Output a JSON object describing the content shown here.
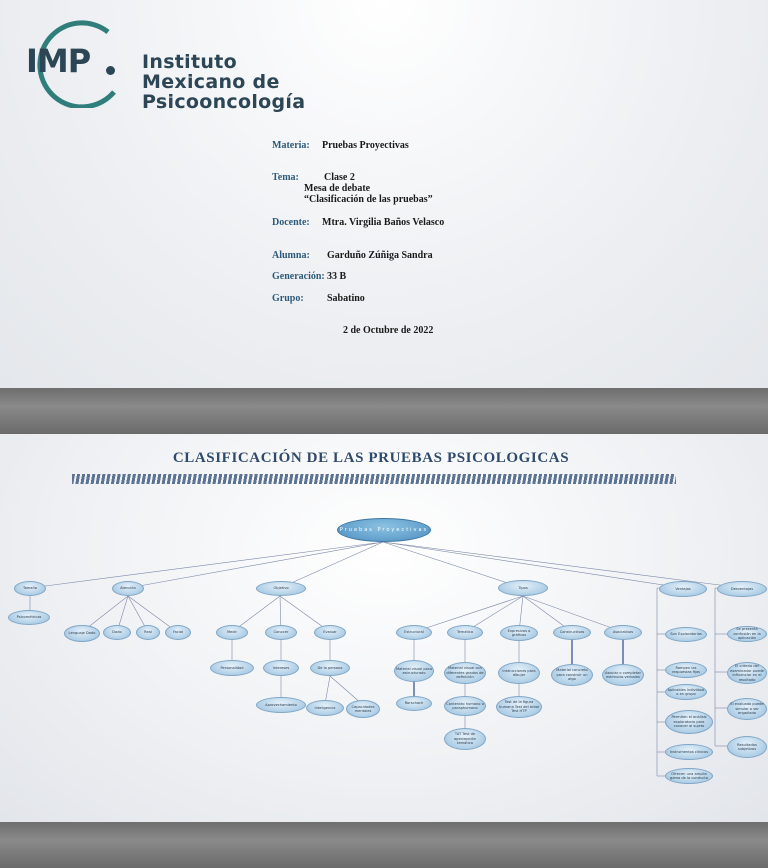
{
  "cover": {
    "logo": {
      "abbr": "IMP",
      "line1": "Instituto",
      "line2": "Mexicano de",
      "line3": "Psicooncología"
    },
    "materia_label": "Materia:",
    "materia_value": "Pruebas Proyectivas",
    "tema_label": "Tema:",
    "tema_line1": "Clase 2",
    "tema_line2": "Mesa de debate",
    "tema_line3": "“Clasificación de las pruebas”",
    "docente_label": "Docente:",
    "docente_value": "Mtra. Virgilia Baños Velasco",
    "alumna_label": "Alumna:",
    "alumna_value": "Garduño Zúñiga Sandra",
    "generacion_label": "Generación:",
    "generacion_value": "33 B",
    "grupo_label": "Grupo:",
    "grupo_value": "Sabatino",
    "fecha": "2 de Octubre de 2022"
  },
  "map": {
    "title": "CLASIFICACIÓN DE LAS PRUEBAS PSICOLOGICAS",
    "root": "Pruebas Proyectivas",
    "n_1": "Tamaño",
    "n_1a": "Psicométricas",
    "n_2": "Atención",
    "n_2a": "Lenguaje Dado",
    "n_2b": "Dado",
    "n_2c": "Real",
    "n_2d": "Facial",
    "n_3": "Objetivo",
    "n_3a": "Medir",
    "n_3a1": "Personalidad",
    "n_3b": "Conocer",
    "n_3b1": "Intereses",
    "n_3b2": "Aprovechamiento",
    "n_3c": "Evaluar",
    "n_3c1": "De la persona",
    "n_3c2": "Inteligencia",
    "n_3c3": "Capacidades mentales",
    "n_4": "Tipos",
    "n_4a": "Estructural",
    "n_4a1": "Material visual poco estructurado",
    "n_4a2": "Rorschach",
    "n_4b": "Temática",
    "n_4b1": "Material visual con diferentes grados de definición",
    "n_4b2": "Contenido humano o paraphumano",
    "n_4b3": "TAT Test de apercepción temática",
    "n_4c": "Expresivas o gráficas",
    "n_4c1": "Instrucciones para dibujar",
    "n_4c2": "Test de la figura humana Test del árbol Test HTP",
    "n_4d": "Constructivas",
    "n_4d1": "Material concreto para construir un algo",
    "n_4e": "Asociativas",
    "n_4e1": "Asociar o completar estímulos verbales",
    "n_5": "Ventajas",
    "n_5a": "Son Exploratorias",
    "n_5b": "Rompen las respuestas fijas",
    "n_5c": "Aplicables individual o en grupo",
    "n_5d": "Permiten el análisis exploratorio para conocer al sujeto",
    "n_5e": "Instrumentos clínicos",
    "n_5f": "Ofrecen una amplia gama de la conducta",
    "n_6": "Desventajas",
    "n_6a": "Se presenta confusión en la aplicación",
    "n_6b": "El criterio del examinador puede influenciar en el resultado",
    "n_6c": "El evaluado puede simular o ser engañado",
    "n_6d": "Resultados subjetivos"
  }
}
